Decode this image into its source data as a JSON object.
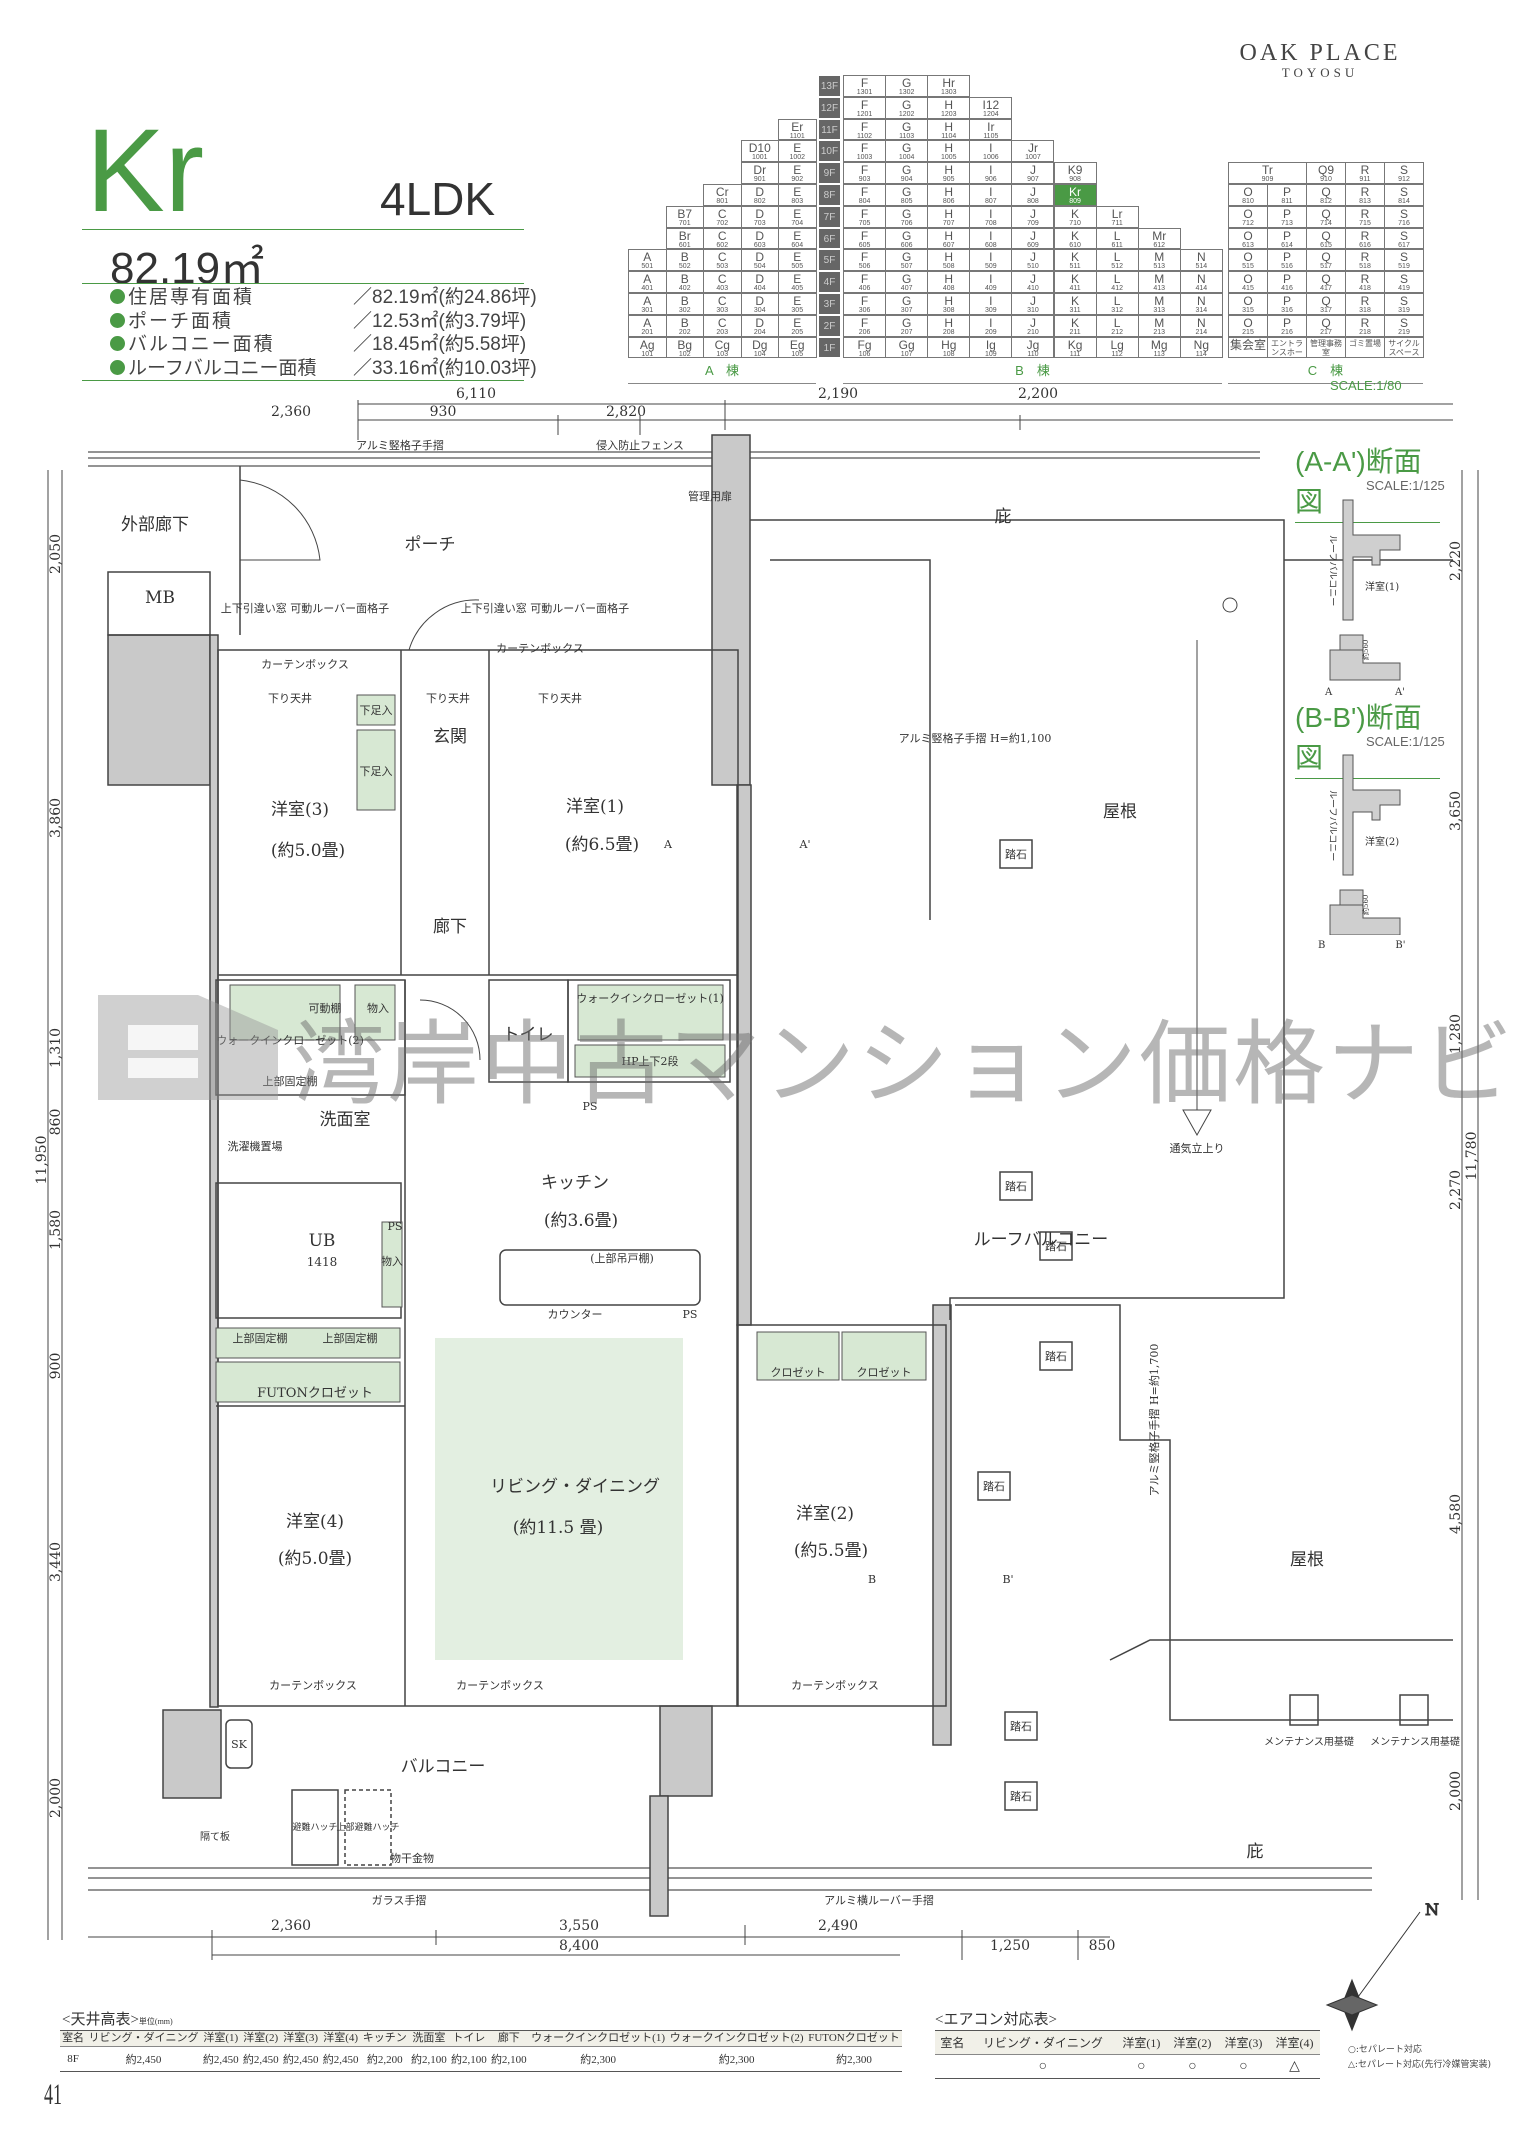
{
  "brand": {
    "name": "OAK PLACE",
    "sub": "TOYOSU"
  },
  "unit": {
    "type": "Kr",
    "layout": "4LDK",
    "area": "82.19㎡",
    "specs": [
      {
        "label": "住居専有面積",
        "value": "／82.19㎡(約24.86坪)"
      },
      {
        "label": "ポーチ面積",
        "value": "／12.53㎡(約3.79坪)"
      },
      {
        "label": "バルコニー面積",
        "value": "／18.45㎡(約5.58坪)"
      },
      {
        "label": "ルーフバルコニー面積",
        "value": "／33.16㎡(約10.03坪)"
      }
    ]
  },
  "key_plan": {
    "highlight_color": "#4a9a45",
    "highlight": "809",
    "floors": [
      {
        "f": "13F",
        "a": [],
        "b": [
          [
            "F",
            "1301"
          ],
          [
            "G",
            "1302"
          ],
          [
            "Hr",
            "1303"
          ]
        ],
        "c": []
      },
      {
        "f": "12F",
        "a": [],
        "b": [
          [
            "F",
            "1201"
          ],
          [
            "G",
            "1202"
          ],
          [
            "H",
            "1203"
          ],
          [
            "I12",
            "1204"
          ]
        ],
        "c": []
      },
      {
        "f": "11F",
        "a": [
          [
            "Er",
            "1101"
          ]
        ],
        "b": [
          [
            "F",
            "1102"
          ],
          [
            "G",
            "1103"
          ],
          [
            "H",
            "1104"
          ],
          [
            "Ir",
            "1105"
          ]
        ],
        "c": []
      },
      {
        "f": "10F",
        "a": [
          [
            "D10",
            "1001"
          ],
          [
            "E",
            "1002"
          ]
        ],
        "b": [
          [
            "F",
            "1003"
          ],
          [
            "G",
            "1004"
          ],
          [
            "H",
            "1005"
          ],
          [
            "I",
            "1006"
          ],
          [
            "Jr",
            "1007"
          ]
        ],
        "c": []
      },
      {
        "f": "9F",
        "a": [
          [
            "Dr",
            "901"
          ],
          [
            "E",
            "902"
          ]
        ],
        "b": [
          [
            "F",
            "903"
          ],
          [
            "G",
            "904"
          ],
          [
            "H",
            "905"
          ],
          [
            "I",
            "906"
          ],
          [
            "J",
            "907"
          ],
          [
            "K9",
            "908"
          ]
        ],
        "c": [
          [
            "Tr",
            "909"
          ],
          [
            "Q9",
            "910"
          ],
          [
            "R",
            "911"
          ],
          [
            "S",
            "912"
          ]
        ]
      },
      {
        "f": "8F",
        "a": [
          [
            "Cr",
            "801"
          ],
          [
            "D",
            "802"
          ],
          [
            "E",
            "803"
          ]
        ],
        "b": [
          [
            "F",
            "804"
          ],
          [
            "G",
            "805"
          ],
          [
            "H",
            "806"
          ],
          [
            "I",
            "807"
          ],
          [
            "J",
            "808"
          ],
          [
            "Kr",
            "809"
          ]
        ],
        "c": [
          [
            "O",
            "810"
          ],
          [
            "P",
            "811"
          ],
          [
            "Q",
            "812"
          ],
          [
            "R",
            "813"
          ],
          [
            "S",
            "814"
          ]
        ]
      },
      {
        "f": "7F",
        "a": [
          [
            "B7",
            "701"
          ],
          [
            "C",
            "702"
          ],
          [
            "D",
            "703"
          ],
          [
            "E",
            "704"
          ]
        ],
        "b": [
          [
            "F",
            "705"
          ],
          [
            "G",
            "706"
          ],
          [
            "H",
            "707"
          ],
          [
            "I",
            "708"
          ],
          [
            "J",
            "709"
          ],
          [
            "K",
            "710"
          ],
          [
            "Lr",
            "711"
          ]
        ],
        "c": [
          [
            "O",
            "712"
          ],
          [
            "P",
            "713"
          ],
          [
            "Q",
            "714"
          ],
          [
            "R",
            "715"
          ],
          [
            "S",
            "716"
          ]
        ]
      },
      {
        "f": "6F",
        "a": [
          [
            "Br",
            "601"
          ],
          [
            "C",
            "602"
          ],
          [
            "D",
            "603"
          ],
          [
            "E",
            "604"
          ]
        ],
        "b": [
          [
            "F",
            "605"
          ],
          [
            "G",
            "606"
          ],
          [
            "H",
            "607"
          ],
          [
            "I",
            "608"
          ],
          [
            "J",
            "609"
          ],
          [
            "K",
            "610"
          ],
          [
            "L",
            "611"
          ],
          [
            "Mr",
            "612"
          ]
        ],
        "c": [
          [
            "O",
            "613"
          ],
          [
            "P",
            "614"
          ],
          [
            "Q",
            "615"
          ],
          [
            "R",
            "616"
          ],
          [
            "S",
            "617"
          ]
        ]
      },
      {
        "f": "5F",
        "a": [
          [
            "A",
            "501"
          ],
          [
            "B",
            "502"
          ],
          [
            "C",
            "503"
          ],
          [
            "D",
            "504"
          ],
          [
            "E",
            "505"
          ]
        ],
        "b": [
          [
            "F",
            "506"
          ],
          [
            "G",
            "507"
          ],
          [
            "H",
            "508"
          ],
          [
            "I",
            "509"
          ],
          [
            "J",
            "510"
          ],
          [
            "K",
            "511"
          ],
          [
            "L",
            "512"
          ],
          [
            "M",
            "513"
          ],
          [
            "N",
            "514"
          ]
        ],
        "c": [
          [
            "O",
            "515"
          ],
          [
            "P",
            "516"
          ],
          [
            "Q",
            "517"
          ],
          [
            "R",
            "518"
          ],
          [
            "S",
            "519"
          ]
        ]
      },
      {
        "f": "4F",
        "a": [
          [
            "A",
            "401"
          ],
          [
            "B",
            "402"
          ],
          [
            "C",
            "403"
          ],
          [
            "D",
            "404"
          ],
          [
            "E",
            "405"
          ]
        ],
        "b": [
          [
            "F",
            "406"
          ],
          [
            "G",
            "407"
          ],
          [
            "H",
            "408"
          ],
          [
            "I",
            "409"
          ],
          [
            "J",
            "410"
          ],
          [
            "K",
            "411"
          ],
          [
            "L",
            "412"
          ],
          [
            "M",
            "413"
          ],
          [
            "N",
            "414"
          ]
        ],
        "c": [
          [
            "O",
            "415"
          ],
          [
            "P",
            "416"
          ],
          [
            "Q",
            "417"
          ],
          [
            "R",
            "418"
          ],
          [
            "S",
            "419"
          ]
        ]
      },
      {
        "f": "3F",
        "a": [
          [
            "A",
            "301"
          ],
          [
            "B",
            "302"
          ],
          [
            "C",
            "303"
          ],
          [
            "D",
            "304"
          ],
          [
            "E",
            "305"
          ]
        ],
        "b": [
          [
            "F",
            "306"
          ],
          [
            "G",
            "307"
          ],
          [
            "H",
            "308"
          ],
          [
            "I",
            "309"
          ],
          [
            "J",
            "310"
          ],
          [
            "K",
            "311"
          ],
          [
            "L",
            "312"
          ],
          [
            "M",
            "313"
          ],
          [
            "N",
            "314"
          ]
        ],
        "c": [
          [
            "O",
            "315"
          ],
          [
            "P",
            "316"
          ],
          [
            "Q",
            "317"
          ],
          [
            "R",
            "318"
          ],
          [
            "S",
            "319"
          ]
        ]
      },
      {
        "f": "2F",
        "a": [
          [
            "A",
            "201"
          ],
          [
            "B",
            "202"
          ],
          [
            "C",
            "203"
          ],
          [
            "D",
            "204"
          ],
          [
            "E",
            "205"
          ]
        ],
        "b": [
          [
            "F",
            "206"
          ],
          [
            "G",
            "207"
          ],
          [
            "H",
            "208"
          ],
          [
            "I",
            "209"
          ],
          [
            "J",
            "210"
          ],
          [
            "K",
            "211"
          ],
          [
            "L",
            "212"
          ],
          [
            "M",
            "213"
          ],
          [
            "N",
            "214"
          ]
        ],
        "c": [
          [
            "O",
            "215"
          ],
          [
            "P",
            "216"
          ],
          [
            "Q",
            "217"
          ],
          [
            "R",
            "218"
          ],
          [
            "S",
            "219"
          ]
        ]
      },
      {
        "f": "1F",
        "a": [
          [
            "Ag",
            "101"
          ],
          [
            "Bg",
            "102"
          ],
          [
            "Cg",
            "103"
          ],
          [
            "Dg",
            "104"
          ],
          [
            "Eg",
            "105"
          ]
        ],
        "b": [
          [
            "Fg",
            "106"
          ],
          [
            "Gg",
            "107"
          ],
          [
            "Hg",
            "108"
          ],
          [
            "Ig",
            "109"
          ],
          [
            "Jg",
            "110"
          ],
          [
            "Kg",
            "111"
          ],
          [
            "Lg",
            "112"
          ],
          [
            "Mg",
            "113"
          ],
          [
            "Ng",
            "114"
          ]
        ],
        "c": [
          [
            "集会室",
            ""
          ],
          [
            "エントランスホール",
            ""
          ],
          [
            "管理事務室",
            ""
          ],
          [
            "ゴミ置場",
            ""
          ],
          [
            "サイクルスペース",
            ""
          ]
        ]
      }
    ],
    "buildings": {
      "a": "A　棟",
      "b": "B　棟",
      "c": "C　棟"
    },
    "scale": "SCALE:1/80"
  },
  "floor_plan": {
    "outer_corridor": "外部廊下",
    "porch": "ポーチ",
    "mb": "MB",
    "eave_top": "庇",
    "mgmt_door": "管理用扉",
    "alumi_rail_top": "アルミ竪格子手摺",
    "fence": "侵入防止フェンス",
    "window_left": "上下引違い窓 可動ルーバー面格子",
    "window_right": "上下引違い窓 可動ルーバー面格子",
    "curtain_box": "カーテンボックス",
    "lowered_ceiling": "下り天井",
    "entrance": "玄関",
    "shoe_storage": "下足入",
    "room3": "洋室(3)",
    "room3_size": "(約5.0畳)",
    "room1": "洋室(1)",
    "room1_size": "(約6.5畳)",
    "hallway": "廊下",
    "roof": "屋根",
    "roof_balcony": "ルーフバルコニー",
    "toilet": "トイレ",
    "wic1": "ウォークインクローゼット(1)",
    "wic2": "ウォークインクローゼット(2)",
    "storage": "物入",
    "movable_shelf": "可動棚",
    "upper_shelf": "上部固定棚",
    "hp_shelf": "HP上下2段",
    "washroom": "洗面室",
    "washer": "洗濯機置場",
    "kitchen": "キッチン",
    "kitchen_size": "(約3.6畳)",
    "upper_cabinet": "(上部吊戸棚)",
    "counter": "カウンター",
    "ps": "PS",
    "ub": "UB",
    "ub_size": "1418",
    "futon": "FUTONクロゼット",
    "room4": "洋室(4)",
    "room4_size": "(約5.0畳)",
    "ld": "リビング・ダイニング",
    "ld_size": "(約11.5 畳)",
    "room2": "洋室(2)",
    "room2_size": "(約5.5畳)",
    "closet": "クロゼット",
    "balcony": "バルコニー",
    "sk": "SK",
    "hatch": "避難ハッチ",
    "upper_hatch": "上部避難ハッチ",
    "partition": "隔て板",
    "drying": "物干金物",
    "glass_rail": "ガラス手摺",
    "louver_rail": "アルミ横ルーバー手摺",
    "eave_bottom": "庇",
    "maint_base": "メンテナンス用基礎",
    "stepping_stone": "踏石",
    "vent": "通気立上り",
    "rail_h1100": "アルミ竪格子手摺 H=約1,100",
    "rail_h1700": "アルミ竪格子手摺 H=約1,700",
    "sec_a": "A",
    "sec_a2": "A'",
    "sec_b": "B",
    "sec_b2": "B'",
    "compass": "N"
  },
  "dimensions": {
    "top": [
      "6,110",
      "2,360",
      "930",
      "2,820",
      "2,190",
      "2,200"
    ],
    "bottom": [
      "2,360",
      "3,550",
      "2,490",
      "8,400",
      "1,250",
      "850"
    ],
    "left": [
      "2,050",
      "3,860",
      "1,310",
      "860",
      "11,950",
      "1,580",
      "900",
      "3,440",
      "2,000"
    ],
    "right": [
      "2,220",
      "3,650",
      "1,280",
      "11,780",
      "2,270",
      "4,580",
      "2,000"
    ]
  },
  "sections": [
    {
      "title": "(A-A')断面図",
      "scale": "SCALE:1/125",
      "outside": "ルーフバルコニー",
      "room": "洋室(1)",
      "sill": "約560",
      "m1": "A",
      "m2": "A'"
    },
    {
      "title": "(B-B')断面図",
      "scale": "SCALE:1/125",
      "outside": "ルーフバルコニー",
      "room": "洋室(2)",
      "sill": "約560",
      "m1": "B",
      "m2": "B'"
    }
  ],
  "ceiling_table": {
    "title": "<天井高表>",
    "unit": "単位(mm)",
    "headers": [
      "室名",
      "リビング・ダイニング",
      "洋室(1)",
      "洋室(2)",
      "洋室(3)",
      "洋室(4)",
      "キッチン",
      "洗面室",
      "トイレ",
      "廊下",
      "ウォークインクロゼット(1)",
      "ウォークインクロゼット(2)",
      "FUTONクロゼット"
    ],
    "rows": [
      [
        "8F",
        "約2,450",
        "約2,450",
        "約2,450",
        "約2,450",
        "約2,450",
        "約2,200",
        "約2,100",
        "約2,100",
        "約2,100",
        "約2,300",
        "約2,300",
        "約2,300"
      ]
    ]
  },
  "aircon_table": {
    "title": "<エアコン対応表>",
    "headers": [
      "室名",
      "リビング・ダイニング",
      "洋室(1)",
      "洋室(2)",
      "洋室(3)",
      "洋室(4)"
    ],
    "rows": [
      [
        "",
        "○",
        "○",
        "○",
        "○",
        "△"
      ]
    ],
    "legend": [
      "○:セパレート対応",
      "△:セパレート対応(先行冷媒管実装)"
    ]
  },
  "page_number": "41",
  "watermark": "湾岸中古マンション価格ナビ"
}
